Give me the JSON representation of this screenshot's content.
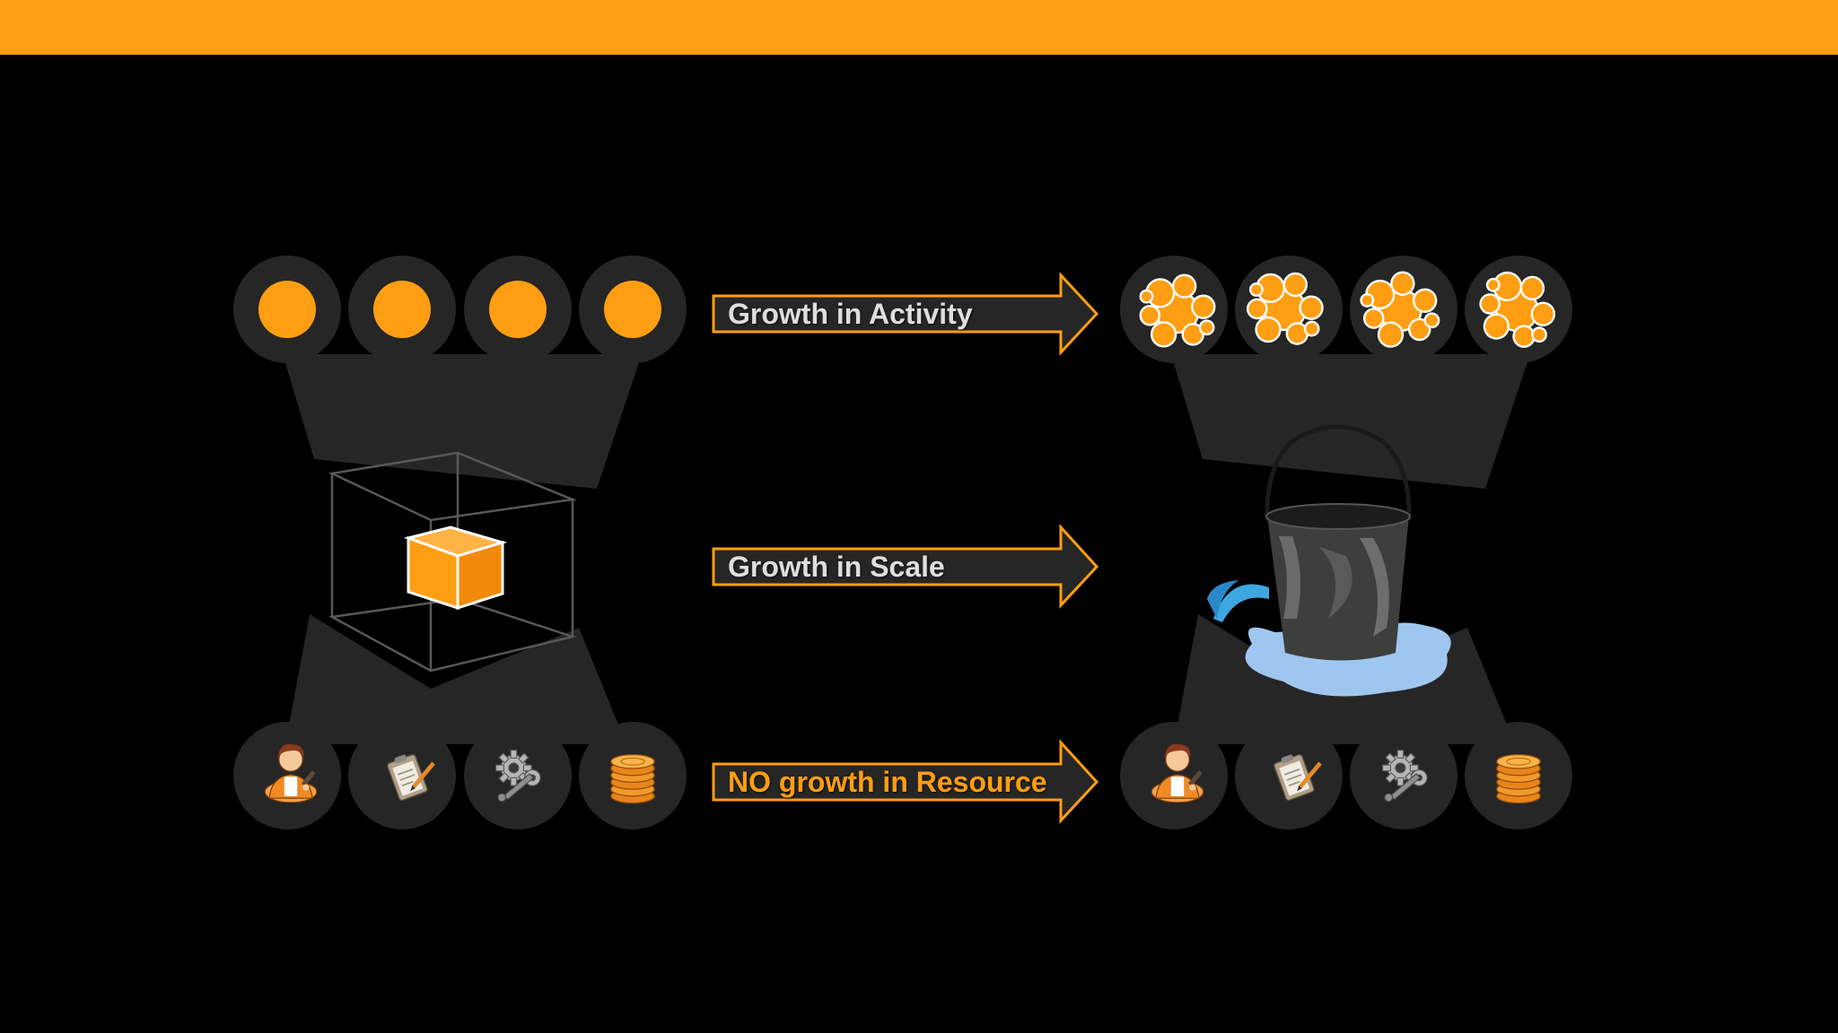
{
  "colors": {
    "accent": "#FF9E12",
    "background": "#000000",
    "panel": "#262626",
    "label_light": "#DEDEDE",
    "water": "#3FA7E0"
  },
  "arrows": [
    {
      "label": "Growth in Activity",
      "label_color": "#DEDEDE"
    },
    {
      "label": "Growth in Scale",
      "label_color": "#DEDEDE"
    },
    {
      "label": "NO growth in Resource",
      "label_color": "#FF9E12"
    }
  ],
  "left_panel": {
    "activity_icons": [
      "circle",
      "circle",
      "circle",
      "circle"
    ],
    "center_icon": "cube-in-wireframe-box-icon",
    "resource_icons": [
      "person-icon",
      "clipboard-icon",
      "gears-icon",
      "coins-icon"
    ]
  },
  "right_panel": {
    "activity_icons": [
      "bubble-cluster",
      "bubble-cluster",
      "bubble-cluster",
      "bubble-cluster"
    ],
    "center_icon": "leaking-bucket-icon",
    "resource_icons": [
      "person-icon",
      "clipboard-icon",
      "gears-icon",
      "coins-icon"
    ]
  }
}
